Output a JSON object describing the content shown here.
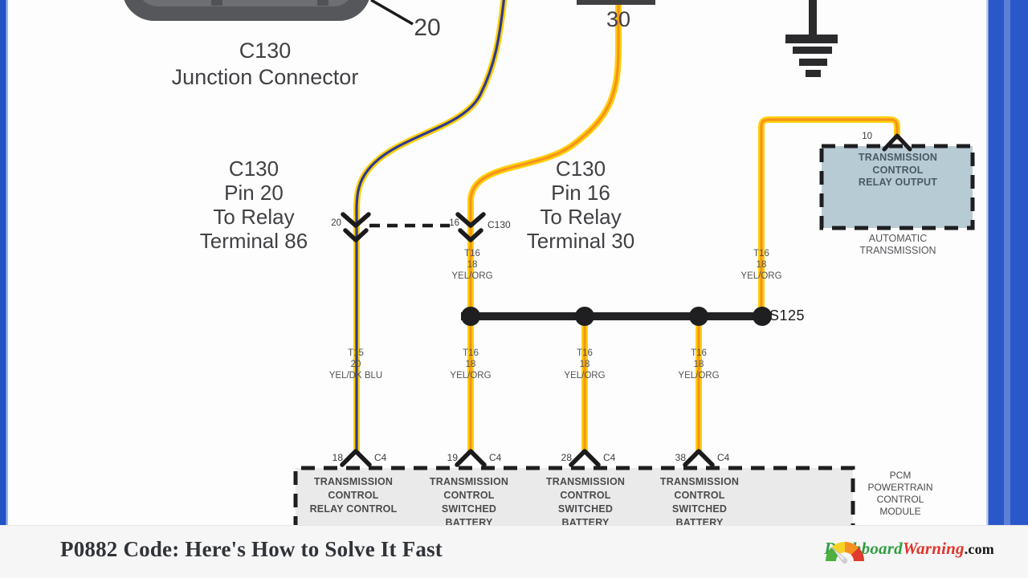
{
  "title_bar": {
    "title": "P0882 Code: Here's How to Solve It Fast",
    "logo": {
      "dashboard": "Dashboard",
      "warning": "Warning",
      "tld": ".com"
    }
  },
  "diagram": {
    "junction": {
      "callout_pin": "20",
      "name": "C130",
      "caption": "Junction Connector"
    },
    "top_pin": "30",
    "note_left": [
      "C130",
      "Pin 20",
      "To Relay",
      "Terminal 86"
    ],
    "note_center": [
      "C130",
      "Pin 16",
      "To Relay",
      "Terminal 30"
    ],
    "inline": {
      "pin_left": "20",
      "pin_right": "16",
      "connector": "C130"
    },
    "relay_output": {
      "pin": "10",
      "name": [
        "TRANSMISSION",
        "CONTROL",
        "RELAY OUTPUT"
      ],
      "caption": [
        "AUTOMATIC",
        "TRANSMISSION"
      ]
    },
    "splice": "S125",
    "upper_wires": [
      {
        "circuit": "T16",
        "gauge": "18",
        "color": "YEL/ORG"
      },
      {
        "circuit": "T16",
        "gauge": "18",
        "color": "YEL/ORG"
      }
    ],
    "lower_wires": [
      {
        "circuit": "T15",
        "gauge": "20",
        "color": "YEL/DK BLU"
      },
      {
        "circuit": "T16",
        "gauge": "18",
        "color": "YEL/ORG"
      },
      {
        "circuit": "T16",
        "gauge": "18",
        "color": "YEL/ORG"
      },
      {
        "circuit": "T16",
        "gauge": "18",
        "color": "YEL/ORG"
      }
    ],
    "pcm_pins": [
      {
        "pin": "18",
        "conn": "C4"
      },
      {
        "pin": "19",
        "conn": "C4"
      },
      {
        "pin": "28",
        "conn": "C4"
      },
      {
        "pin": "38",
        "conn": "C4"
      }
    ],
    "pcm_functions": [
      [
        "TRANSMISSION",
        "CONTROL",
        "RELAY CONTROL"
      ],
      [
        "TRANSMISSION",
        "CONTROL",
        "SWITCHED",
        "BATTERY"
      ],
      [
        "TRANSMISSION",
        "CONTROL",
        "SWITCHED",
        "BATTERY"
      ],
      [
        "TRANSMISSION",
        "CONTROL",
        "SWITCHED",
        "BATTERY"
      ]
    ],
    "pcm_label": [
      "PCM",
      "POWERTRAIN",
      "CONTROL",
      "MODULE"
    ],
    "colors": {
      "wire_yellow": "#ffd008",
      "wire_dk_blue": "#2e3a96",
      "wire_orange": "#f6921e",
      "relay_box_fill": "#b7cbd4",
      "pcm_box_fill": "#eaeaea",
      "edge_blue": "#2a58c9",
      "logo_green": "#2f9e41",
      "logo_red": "#e0342c"
    }
  }
}
